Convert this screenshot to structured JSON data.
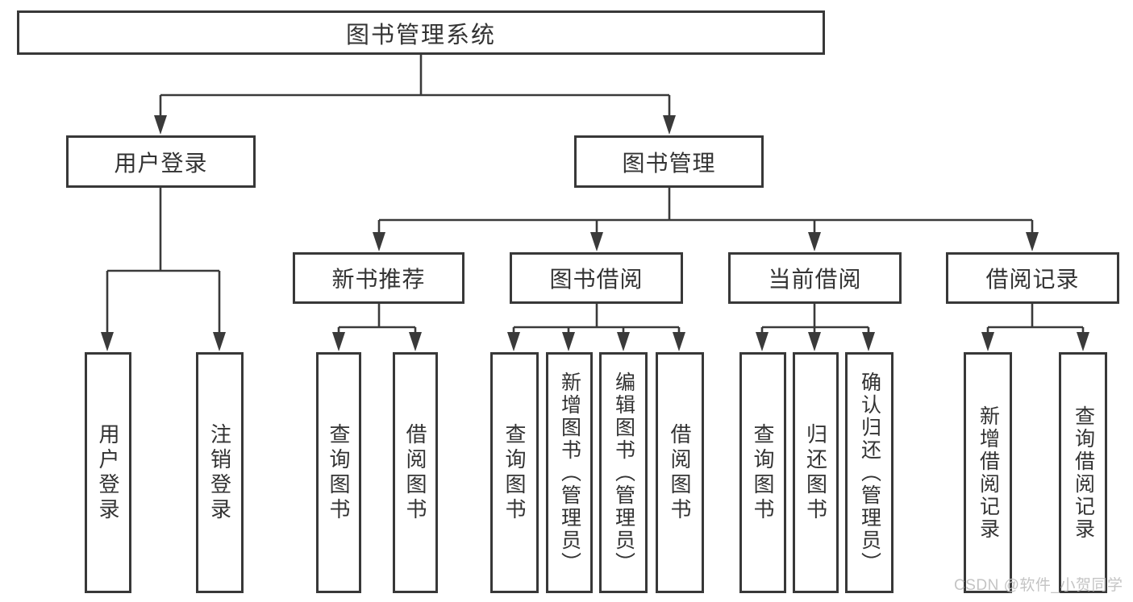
{
  "diagram": {
    "title": "图书管理系统",
    "branches": [
      {
        "label": "用户登录",
        "children": [
          "用户登录",
          "注销登录"
        ]
      },
      {
        "label": "图书管理",
        "children": [
          {
            "label": "新书推荐",
            "children": [
              "查询图书",
              "借阅图书"
            ]
          },
          {
            "label": "图书借阅",
            "children": [
              "查询图书",
              "新增图书（管理员）",
              "编辑图书（管理员）",
              "借阅图书"
            ]
          },
          {
            "label": "当前借阅",
            "children": [
              "查询图书",
              "归还图书",
              "确认归还（管理员）"
            ]
          },
          {
            "label": "借阅记录",
            "children": [
              "新增借阅记录",
              "查询借阅记录"
            ]
          }
        ]
      }
    ]
  },
  "watermark": "CSDN @软件_小贺同学",
  "colors": {
    "line": "#3a3a3a",
    "border": "#383838",
    "text": "#333333",
    "watermark": "#c1c1c1",
    "background": "#ffffff"
  }
}
